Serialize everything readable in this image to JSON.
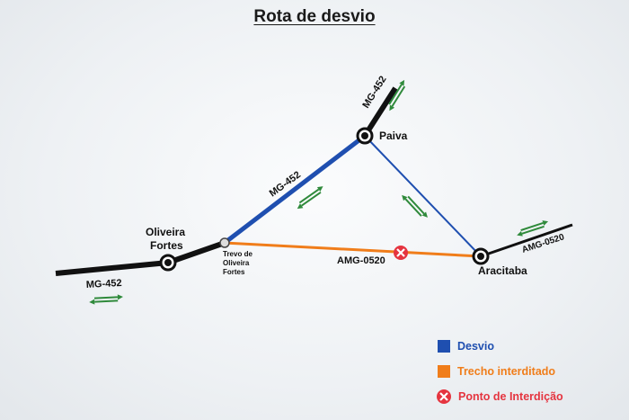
{
  "title": "Rota de desvio",
  "colors": {
    "detour": "#1f4fb0",
    "closed": "#f07d1a",
    "road": "#111111",
    "arrow": "#2f8a3b",
    "closure_point": "#e5343f"
  },
  "places": {
    "oliveira_fortes_line1": "Oliveira",
    "oliveira_fortes_line2": "Fortes",
    "paiva": "Paiva",
    "aracitaba": "Aracitaba",
    "trevo_line1": "Trevo de",
    "trevo_line2": "Oliveira",
    "trevo_line3": "Fortes"
  },
  "roads": {
    "mg452_west": "MG-452",
    "mg452_detour": "MG-452",
    "mg452_north": "MG-452",
    "amg0520_closed": "AMG-0520",
    "amg0520_east": "AMG-0520"
  },
  "icons": {
    "arrow": "double-arrow-icon",
    "closure": "x-circle-icon",
    "node": "junction-node-icon"
  },
  "legend": {
    "detour": "Desvio",
    "closed": "Trecho interditado",
    "closure_point": "Ponto de Interdição"
  }
}
